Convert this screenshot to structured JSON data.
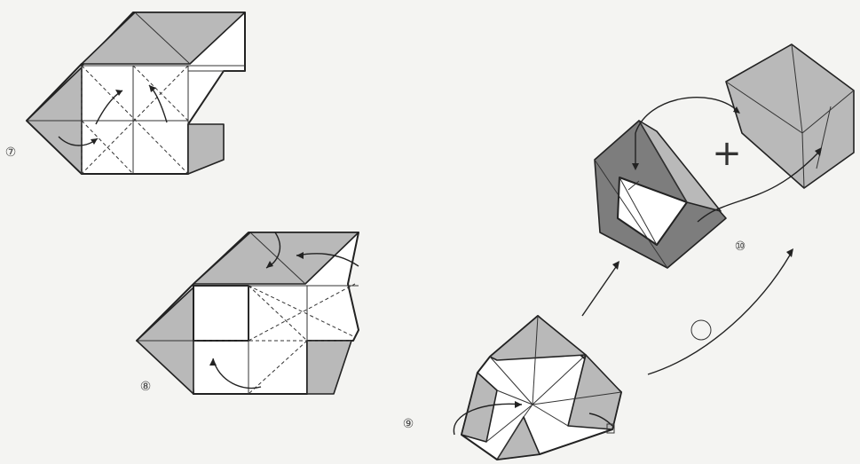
{
  "steps": [
    {
      "id": "7",
      "label": "⑦"
    },
    {
      "id": "8",
      "label": "⑧"
    },
    {
      "id": "9",
      "label": "⑨"
    },
    {
      "id": "10",
      "label": "⑩"
    }
  ],
  "symbols": {
    "plus": "+"
  },
  "colors": {
    "paper": "#ffffff",
    "colored_side": "#b9b9b9",
    "colored_side_dark": "#7d7d7d",
    "line": "#222222",
    "background": "#f4f4f2"
  }
}
